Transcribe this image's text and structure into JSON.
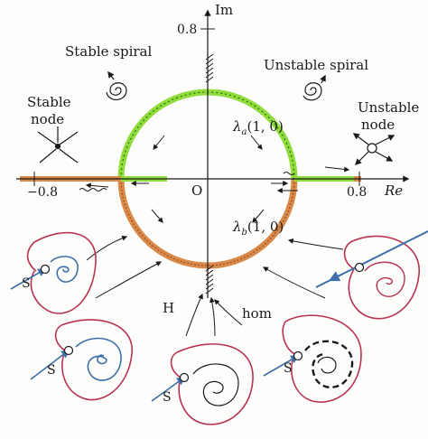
{
  "axes": {
    "im_label": "Im",
    "re_label": "Re",
    "origin_label": "O",
    "im_tick": "0.8",
    "re_tick_neg": "−0.8",
    "re_tick_pos": "0.8"
  },
  "regions": {
    "stable_spiral": "Stable spiral",
    "unstable_spiral": "Unstable spiral",
    "stable_node_line1": "Stable",
    "stable_node_line2": "node",
    "unstable_node_line1": "Unstable",
    "unstable_node_line2": "node"
  },
  "eigen": {
    "a_sym": "λ",
    "a_sub": "a",
    "a_arg": "(1, 0)",
    "b_sym": "λ",
    "b_sub": "b",
    "b_arg": "(1, 0)"
  },
  "bifurcations": {
    "h_label": "H",
    "hom_label": "hom"
  },
  "saddle": {
    "label": "S"
  },
  "colors": {
    "upper_arc": "#8fdc3a",
    "lower_arc": "#d9894a",
    "loop_red": "#b8334f",
    "orbit_blue": "#3e6fa8",
    "ink": "#1a1a1a"
  }
}
